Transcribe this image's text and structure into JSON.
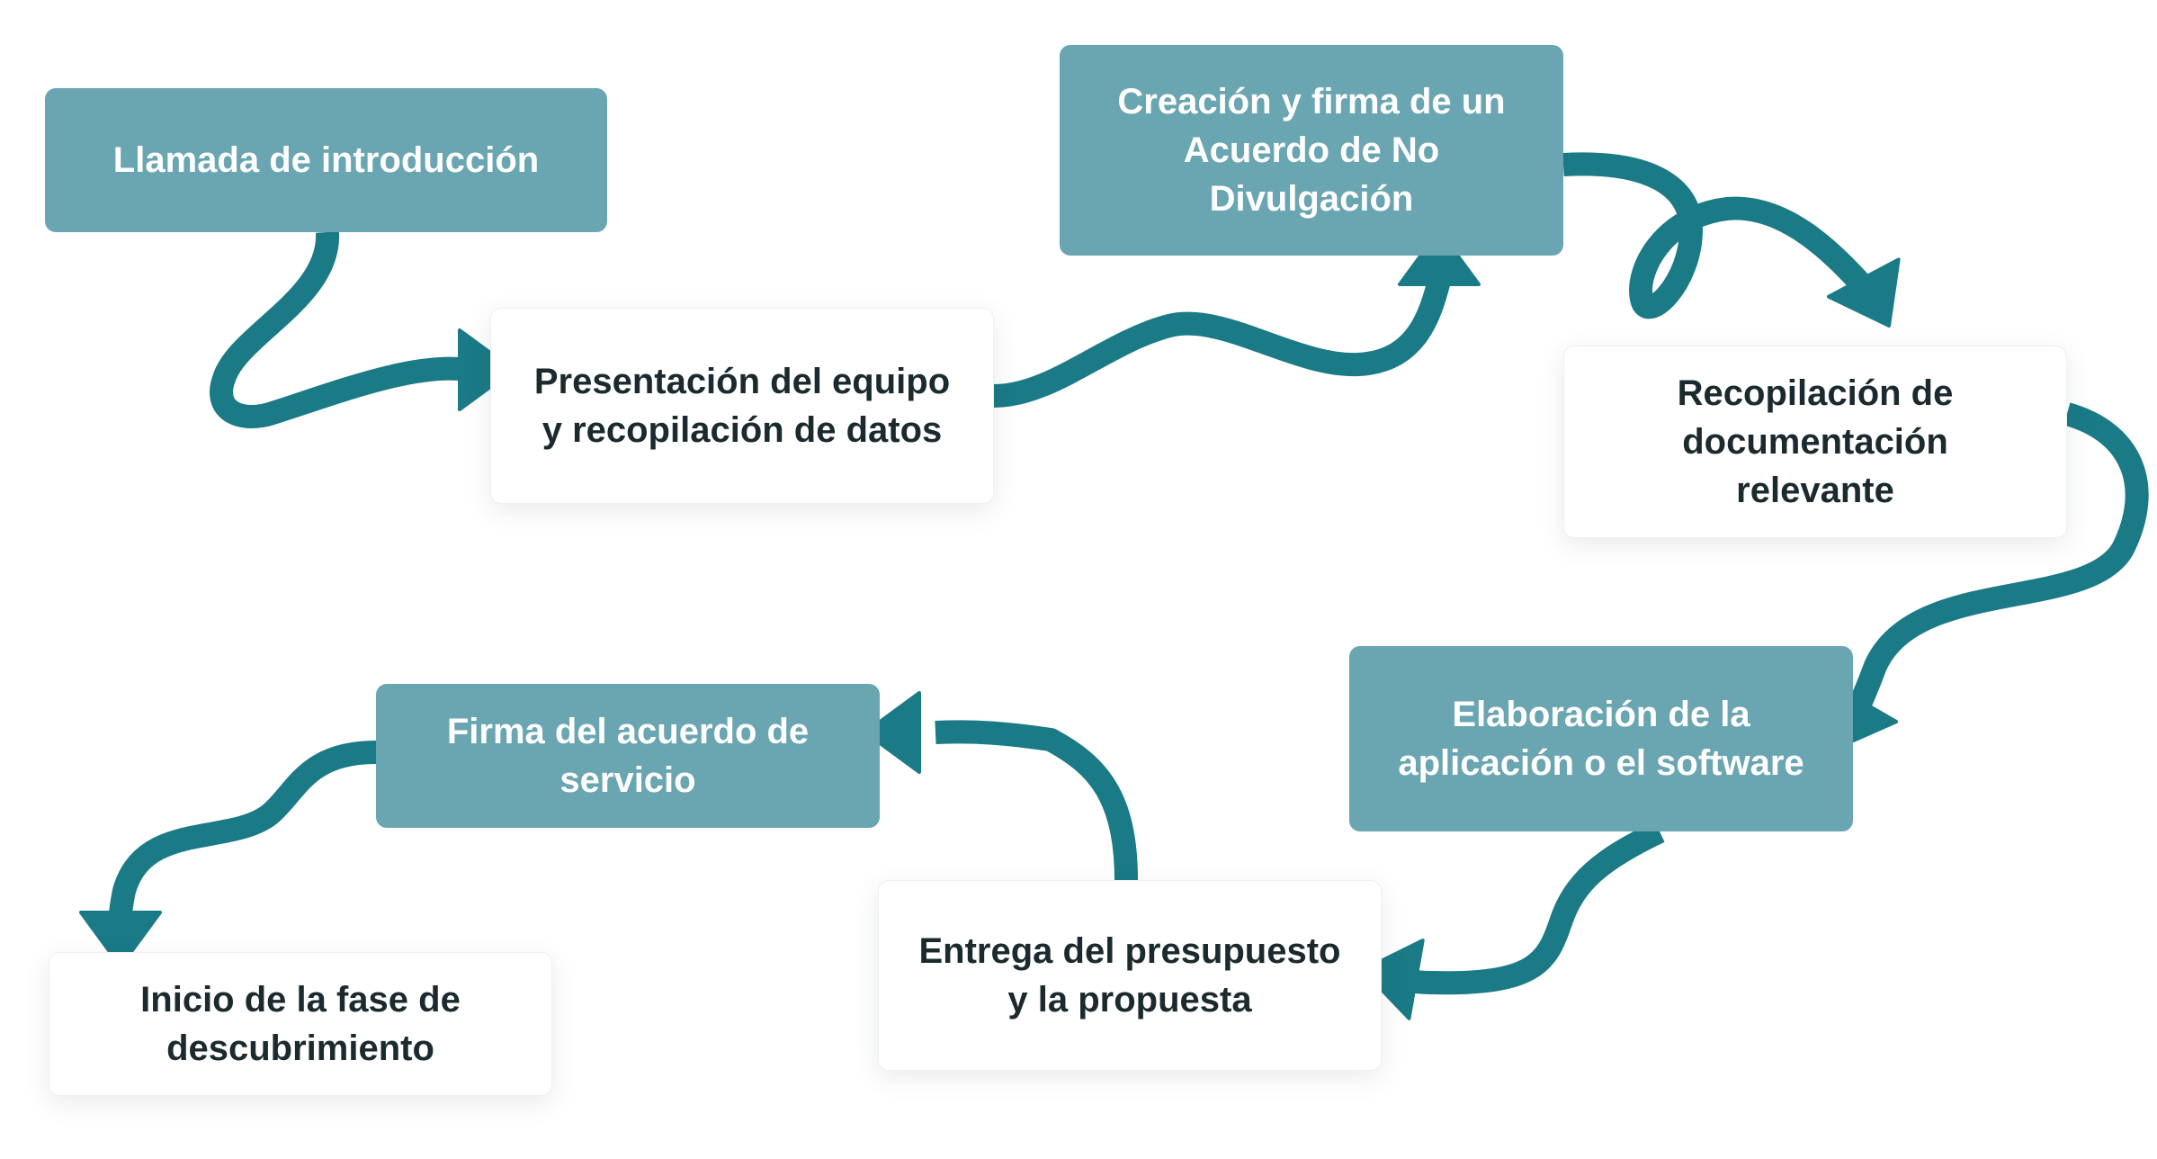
{
  "diagram": {
    "colors": {
      "arrow": "#1a7a86",
      "teal_box": "#6aa5b2",
      "white_box": "#ffffff",
      "teal_text": "#ffffff",
      "dark_text": "#1b2a2f"
    },
    "steps": [
      {
        "label": "Llamada de introducción",
        "style": "teal"
      },
      {
        "label": "Presentación del equipo y recopilación de datos",
        "style": "white"
      },
      {
        "label": "Creación y firma de un Acuerdo de No Divulgación",
        "style": "teal"
      },
      {
        "label": "Recopilación de documentación relevante",
        "style": "white"
      },
      {
        "label": "Elaboración de la aplicación o el software",
        "style": "teal"
      },
      {
        "label": "Entrega del presupuesto y la propuesta",
        "style": "white"
      },
      {
        "label": "Firma del acuerdo de servicio",
        "style": "teal"
      },
      {
        "label": "Inicio de la fase de descubrimiento",
        "style": "white"
      }
    ],
    "connections": [
      {
        "from": 1,
        "to": 2
      },
      {
        "from": 2,
        "to": 3
      },
      {
        "from": 3,
        "to": 4
      },
      {
        "from": 4,
        "to": 5
      },
      {
        "from": 5,
        "to": 6
      },
      {
        "from": 6,
        "to": 7
      },
      {
        "from": 7,
        "to": 8
      }
    ]
  }
}
